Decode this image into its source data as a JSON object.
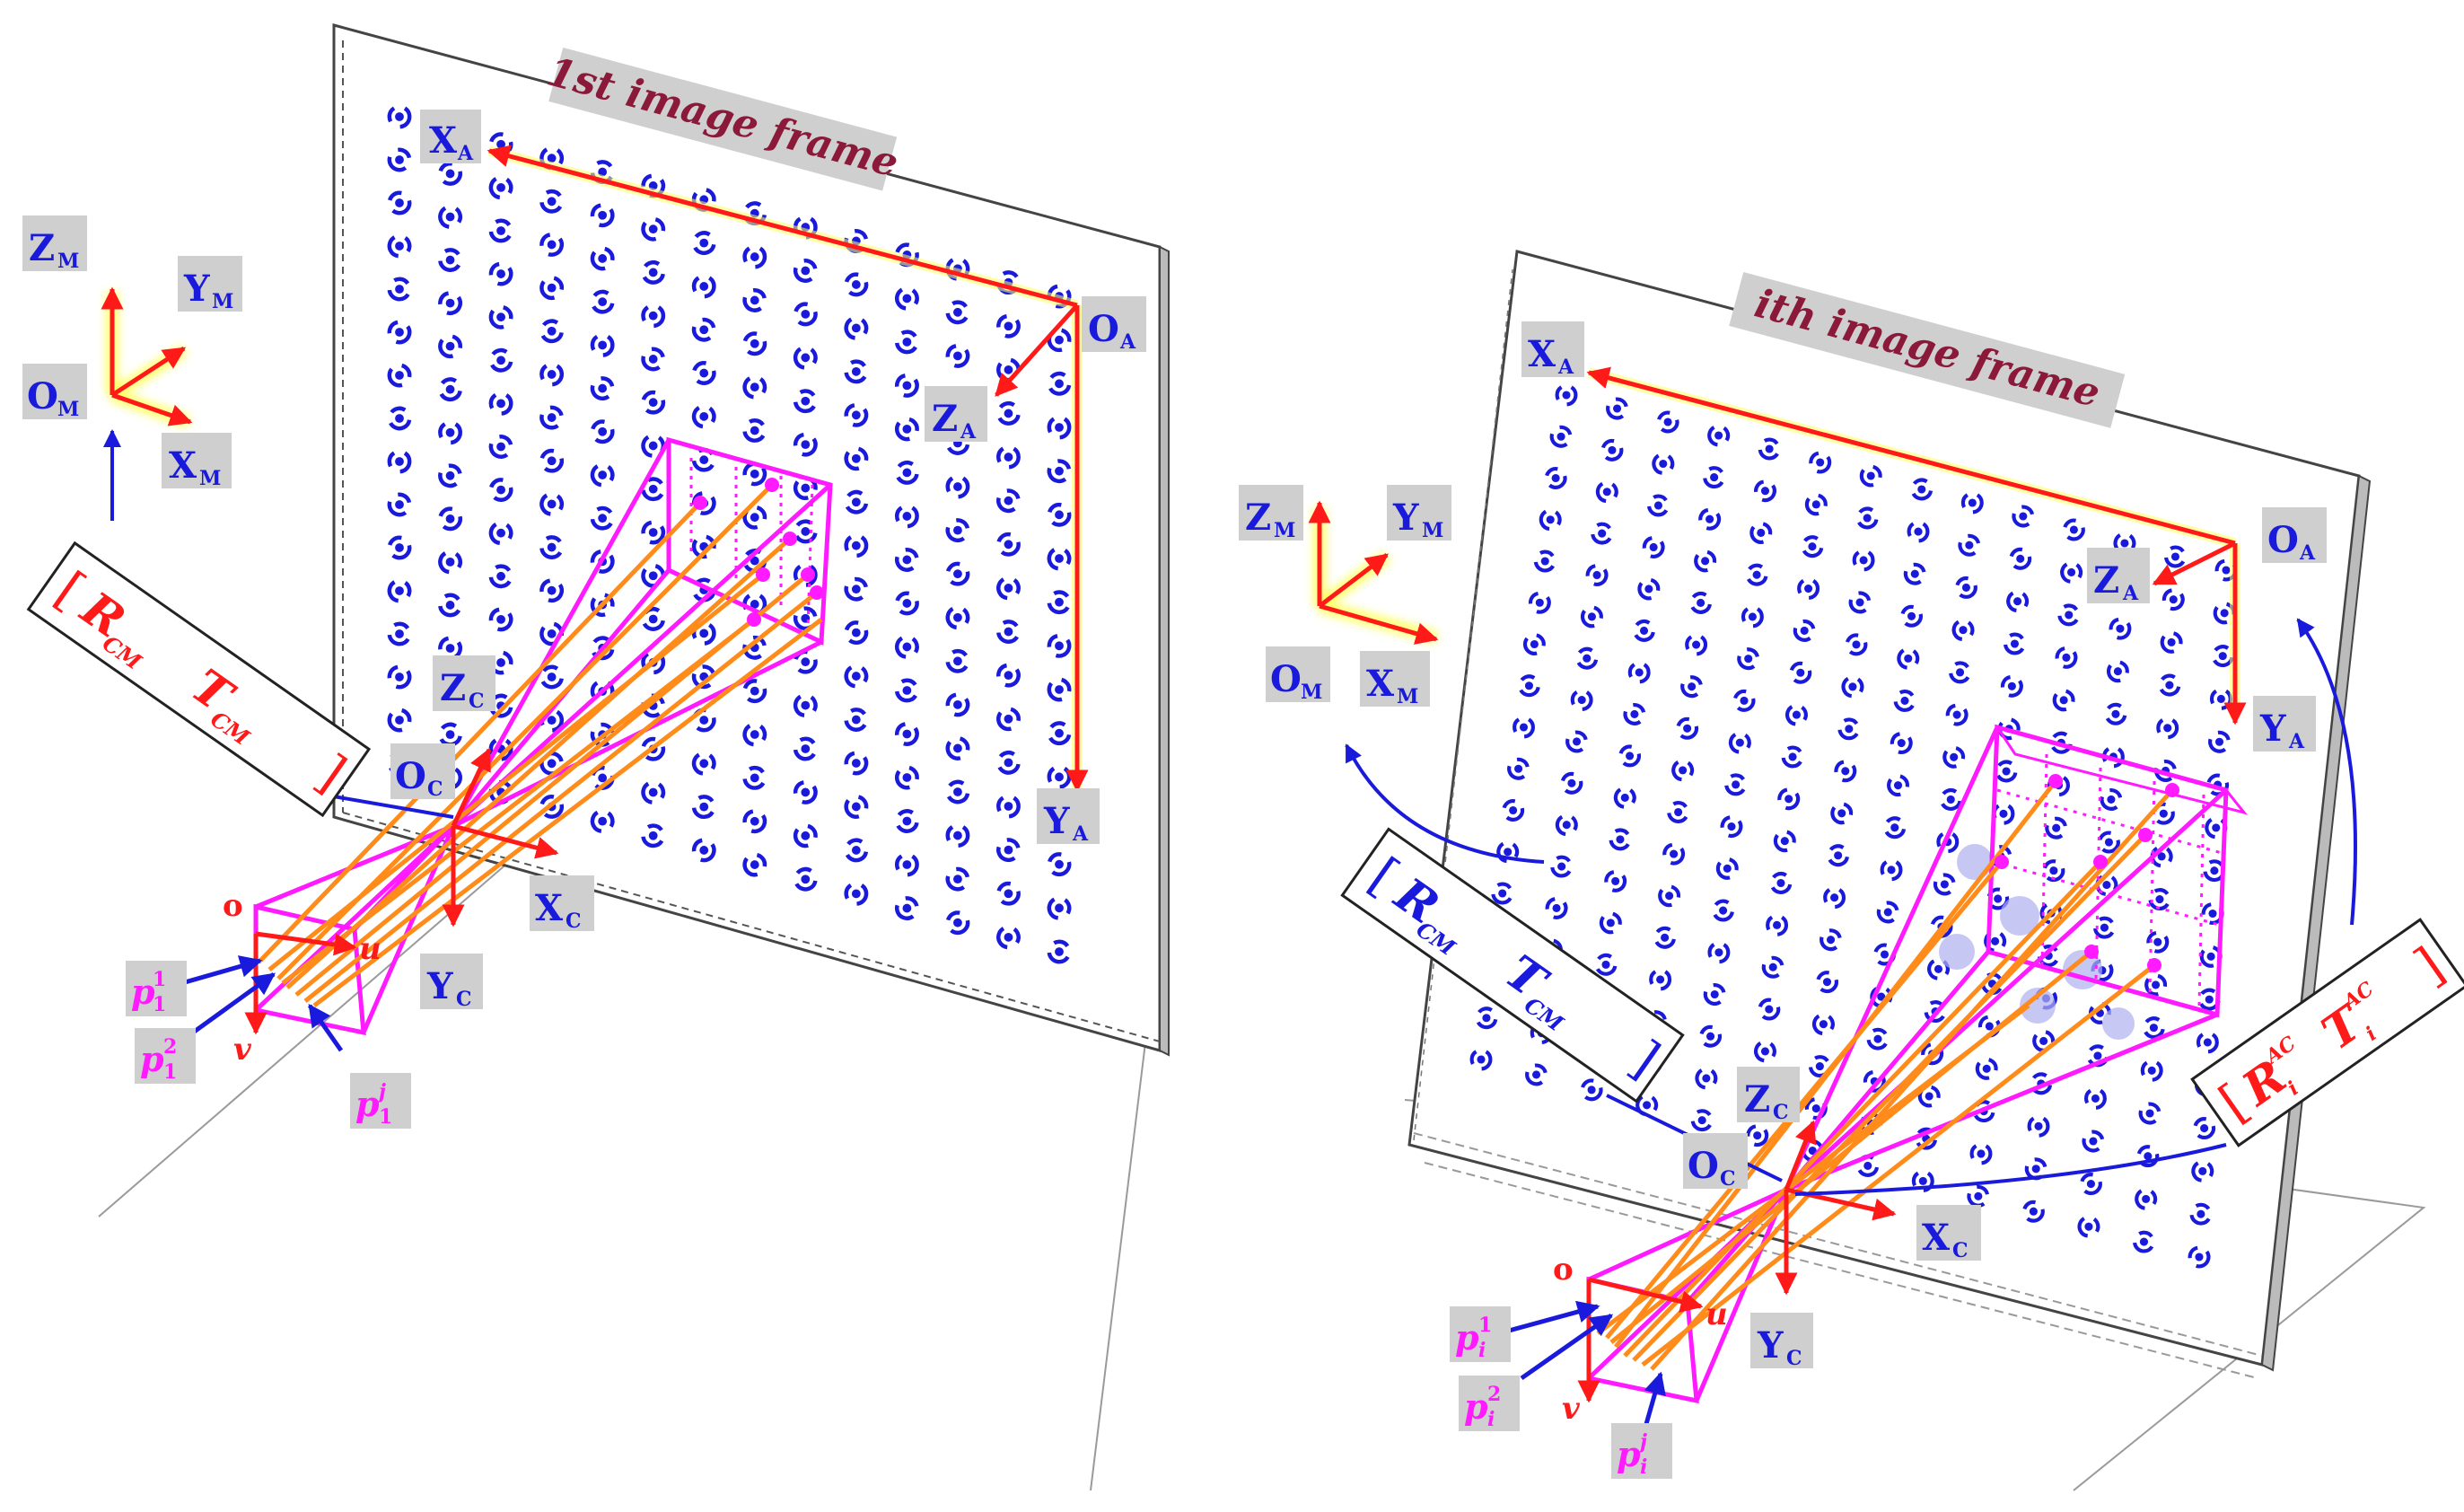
{
  "frames": [
    {
      "title": "1st image frame"
    },
    {
      "title": "ith image frame"
    }
  ],
  "axes": {
    "X": "X",
    "Y": "Y",
    "Z": "Z",
    "O": "O",
    "sub_M": "M",
    "sub_A": "A",
    "sub_C": "C"
  },
  "image_axes": {
    "origin": "o",
    "u": "u",
    "v": "v"
  },
  "points": {
    "p": "p",
    "left_sub": "1",
    "right_sub": "i",
    "sup_1": "1",
    "sup_2": "2",
    "sup_j": "j"
  },
  "transforms": {
    "R": "R",
    "T": "T",
    "CM": "CM",
    "AC": "AC",
    "i": "i",
    "bracket_open": "[",
    "bracket_close": "]"
  },
  "colors": {
    "pattern": "#1a1adc",
    "axis": "#ff1a1a",
    "frustum": "#ff1aff",
    "ray": "#ff8c1a",
    "pointer": "#1a1adc",
    "label_bg": "#cfcfcf",
    "title": "#8b1a3a"
  }
}
